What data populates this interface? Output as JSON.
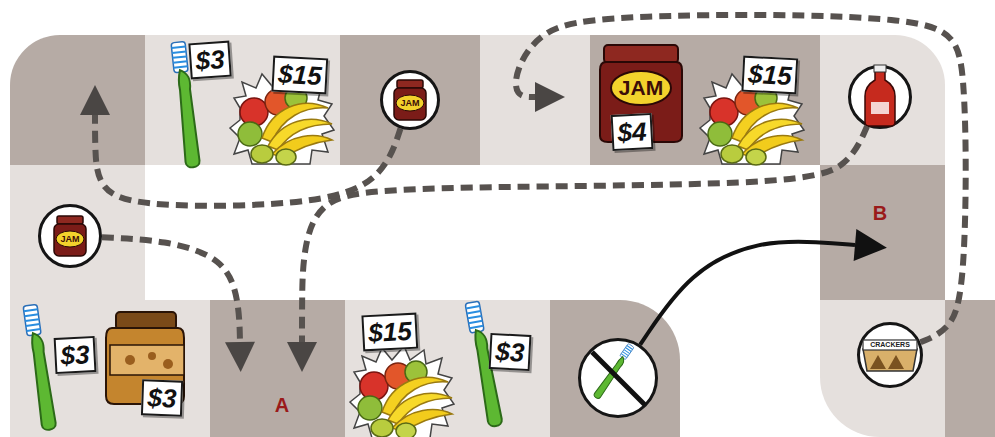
{
  "diagram": {
    "nodes": [
      {
        "text": []
      },
      {
        "text": [
          "$3",
          "$15"
        ]
      },
      {
        "text": []
      },
      {
        "text": [
          "JAM"
        ],
        "in": 2
      },
      {
        "text": []
      },
      {
        "text": [
          "JAM",
          "$4",
          "$15"
        ]
      },
      {
        "text": []
      },
      {
        "text": [],
        "in": 6
      },
      {
        "text": []
      },
      {
        "text": [
          "JAM"
        ],
        "in": 8
      },
      {
        "text": [
          "B"
        ]
      },
      {
        "text": [
          "$3",
          "$3"
        ]
      },
      {
        "text": [
          "A"
        ]
      },
      {
        "text": [
          "$15",
          "$3"
        ]
      },
      {
        "text": []
      },
      {
        "text": [],
        "in": 14
      },
      {
        "text": []
      },
      {
        "text": [
          "CRACKERS"
        ],
        "in": 16
      },
      {
        "text": []
      }
    ],
    "edges": [
      {
        "from": 9,
        "to": 12,
        "arrow": "to"
      },
      {
        "from": 7,
        "to": 12,
        "arrow": "to"
      },
      {
        "from": 3,
        "to": 0,
        "arrow": "to"
      },
      {
        "from": 17,
        "to": 4,
        "arrow": "to"
      },
      {
        "from": 15,
        "to": 10,
        "arrow": "to"
      }
    ]
  }
}
